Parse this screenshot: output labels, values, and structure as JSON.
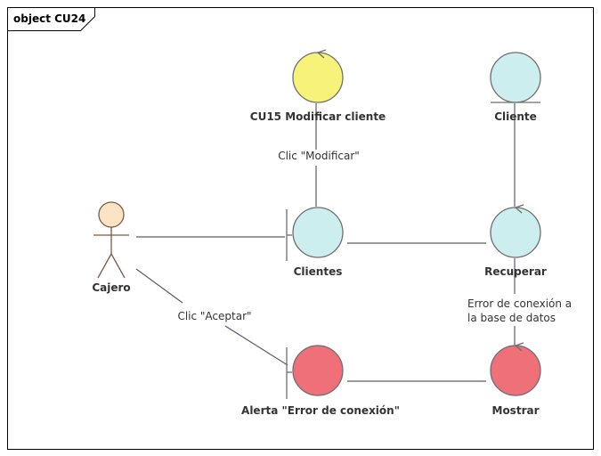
{
  "frame": {
    "label": "object CU24"
  },
  "colors": {
    "control_yellow": "#f7f27a",
    "entity_cyan": "#cdeeee",
    "boundary_cyan": "#cdeeee",
    "error_red": "#f0707a",
    "actor_head": "#fbe3c4",
    "frame_border": "#000000",
    "edge": "#5c5c6a"
  },
  "nodes": {
    "cu15": {
      "label": "CU15 Modificar cliente",
      "kind": "control",
      "icon": "control-icon"
    },
    "cliente": {
      "label": "Cliente",
      "kind": "entity",
      "icon": "entity-icon"
    },
    "cajero": {
      "label": "Cajero",
      "kind": "actor",
      "icon": "actor-icon"
    },
    "clientes": {
      "label": "Clientes",
      "kind": "boundary",
      "icon": "boundary-icon"
    },
    "recuperar": {
      "label": "Recuperar",
      "kind": "control",
      "icon": "control-icon"
    },
    "alerta": {
      "label": "Alerta \"Error de conexión\"",
      "kind": "boundary",
      "icon": "boundary-icon"
    },
    "mostrar": {
      "label": "Mostrar",
      "kind": "control",
      "icon": "control-icon"
    }
  },
  "edges": {
    "modificar": {
      "label": "Clic \"Modificar\""
    },
    "aceptar": {
      "label": "Clic \"Aceptar\""
    },
    "error_line1": {
      "label": "Error de conexión a"
    },
    "error_line2": {
      "label": "la base de datos"
    }
  }
}
